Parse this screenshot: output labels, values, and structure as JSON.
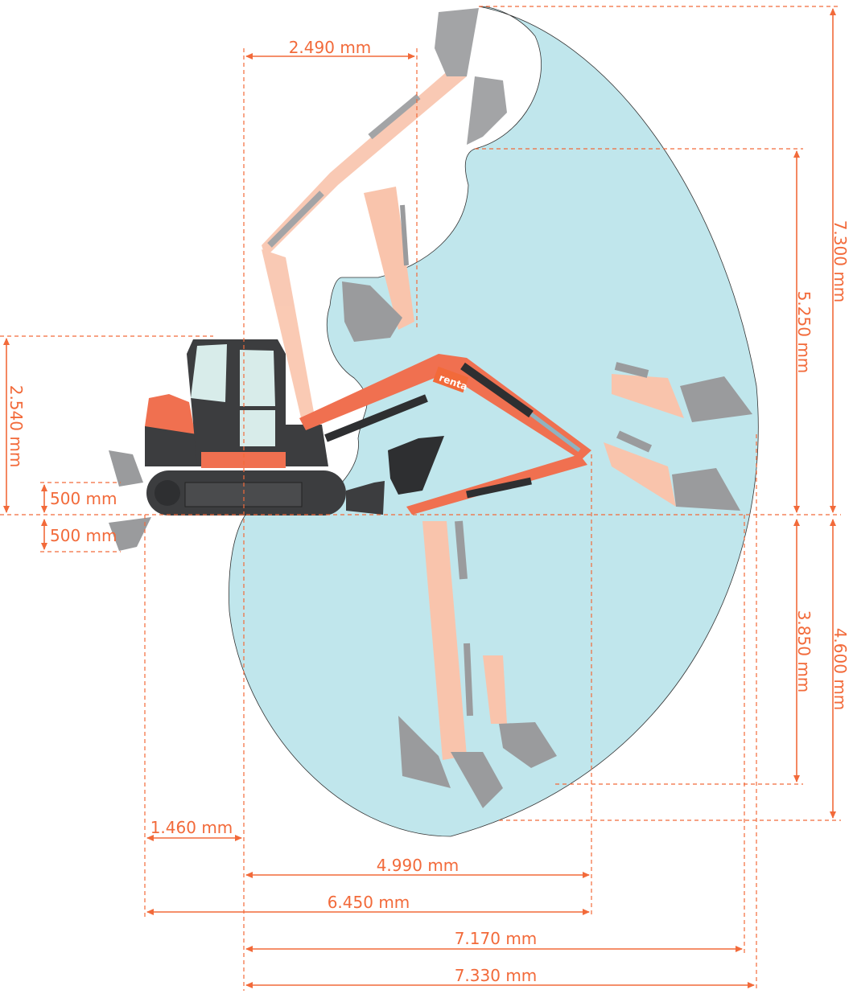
{
  "colors": {
    "accent": "#f26a3a",
    "envelope": "#c0e6ec",
    "machine": "#3c3d3f",
    "body": "#f07050",
    "ghost": "#f9c4ac",
    "bucket_ghost": "#9a9b9d"
  },
  "brand": "renta",
  "dimensions": {
    "top_reach_offset": "2.490 mm",
    "max_height": "7.300 mm",
    "max_dump_height": "5.250 mm",
    "machine_height": "2.540 mm",
    "blade_lift": "500 mm",
    "blade_drop": "500 mm",
    "max_dig_depth": "3.850 mm",
    "max_vertical_depth": "4.600 mm",
    "tail_length": "1.460 mm",
    "min_swing_reach": "4.990 mm",
    "overall_length": "6.450 mm",
    "reach_ground": "7.170 mm",
    "max_reach": "7.330 mm"
  }
}
